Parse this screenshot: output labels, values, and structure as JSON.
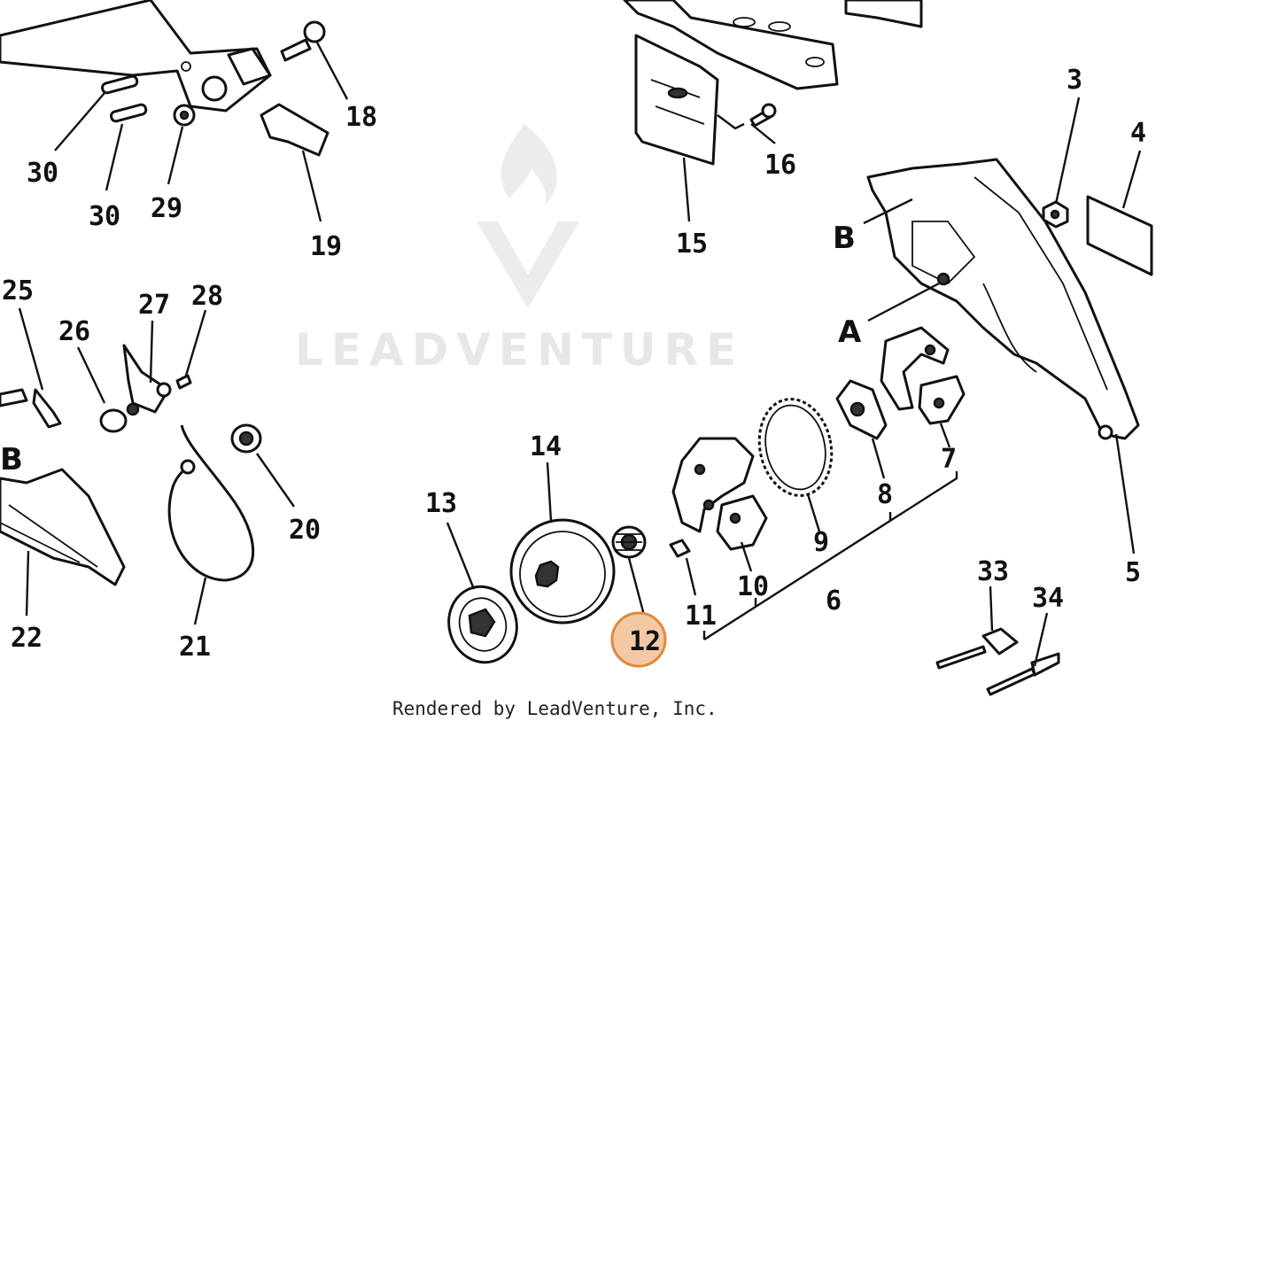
{
  "watermark": {
    "text": "LEADVENTURE"
  },
  "credit": "Rendered by LeadVenture, Inc.",
  "highlight": {
    "part": "12",
    "color": "#f3c9a5",
    "stroke": "#e08a3a"
  },
  "labels": {
    "p3": "3",
    "p4": "4",
    "p5": "5",
    "p6": "6",
    "p7": "7",
    "p8": "8",
    "p9": "9",
    "p10": "10",
    "p11": "11",
    "p12": "12",
    "p13": "13",
    "p14": "14",
    "p15": "15",
    "p16": "16",
    "p18": "18",
    "p19": "19",
    "p20": "20",
    "p21": "21",
    "p22": "22",
    "p25": "25",
    "p26": "26",
    "p27": "27",
    "p28": "28",
    "p29": "29",
    "p30a": "30",
    "p30b": "30",
    "p33": "33",
    "p34": "34",
    "refA": "A",
    "refB1": "B",
    "refB2": "B"
  }
}
